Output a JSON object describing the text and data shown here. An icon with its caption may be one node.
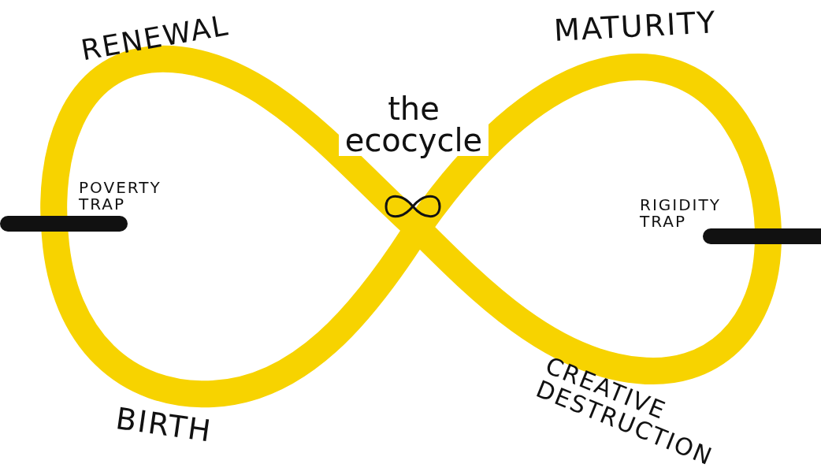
{
  "diagram": {
    "title": "the ecocycle",
    "labels": [
      "RENEWAL",
      "MATURITY",
      "POVERTY TRAP",
      "RIGIDITY TRAP",
      "BIRTH",
      "CREATIVE DESTRUCTION"
    ]
  }
}
